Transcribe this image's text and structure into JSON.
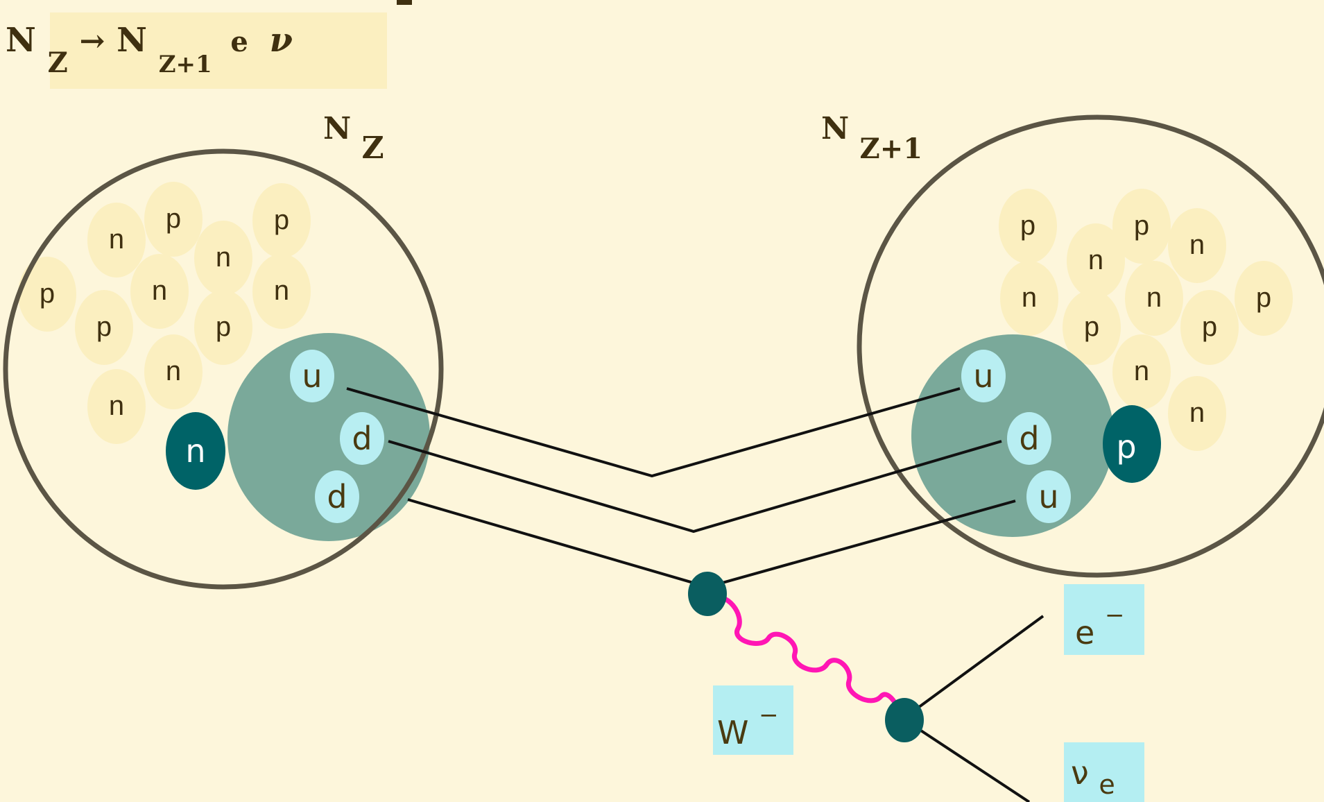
{
  "reaction": {
    "parent": "N",
    "parent_sub": "Z",
    "arrow": "→",
    "daughter": "N",
    "daughter_sub": "Z+1",
    "electron": "e",
    "neutrino": "ν"
  },
  "left_nucleus": {
    "label": "N",
    "label_sub": "Z",
    "nucleons": [
      {
        "t": "n"
      },
      {
        "t": "p"
      },
      {
        "t": "p"
      },
      {
        "t": "n"
      },
      {
        "t": "p"
      },
      {
        "t": "n"
      },
      {
        "t": "n"
      },
      {
        "t": "p"
      },
      {
        "t": "p"
      },
      {
        "t": "n"
      },
      {
        "t": "n"
      }
    ],
    "active_nucleon": "n",
    "quarks": [
      "u",
      "d",
      "d"
    ]
  },
  "right_nucleus": {
    "label": "N",
    "label_sub": "Z+1",
    "nucleons": [
      {
        "t": "p"
      },
      {
        "t": "p"
      },
      {
        "t": "n"
      },
      {
        "t": "n"
      },
      {
        "t": "n"
      },
      {
        "t": "n"
      },
      {
        "t": "p"
      },
      {
        "t": "p"
      },
      {
        "t": "p"
      },
      {
        "t": "n"
      },
      {
        "t": "n"
      }
    ],
    "active_nucleon": "p",
    "quarks": [
      "u",
      "d",
      "u"
    ]
  },
  "boson": {
    "label": "W",
    "charge": "−"
  },
  "electron": {
    "label": "e",
    "charge": "−"
  },
  "neutrino": {
    "label": "ν",
    "sub": "e"
  },
  "colors": {
    "background": "#fdf6db",
    "nucleon_fill": "#fbefc0",
    "nucleus_outline": "#5b5545",
    "hadron_fill": "#7aa99a",
    "quark_fill": "#b8eef2",
    "active_nucleon": "#006367",
    "vertex": "#0a5e60",
    "w_boson": "#ff16b4",
    "label_box": "#b4eef2"
  }
}
